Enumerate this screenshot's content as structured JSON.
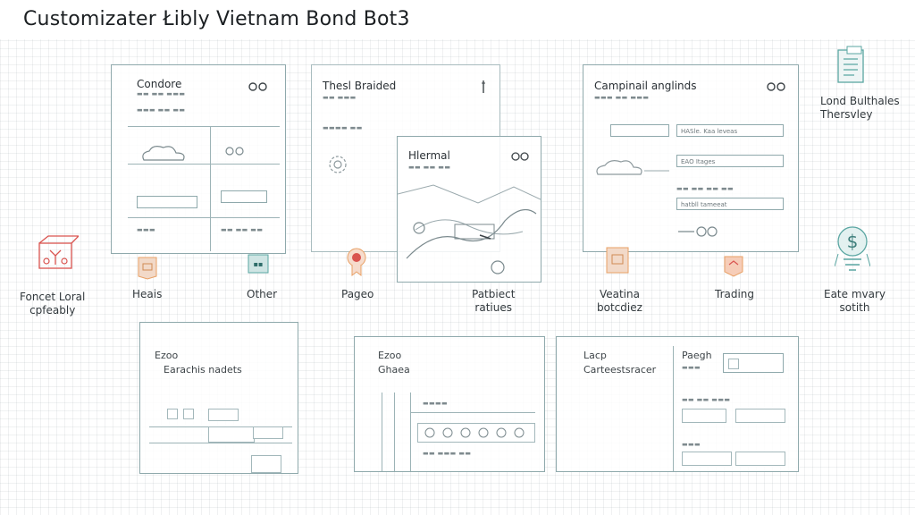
{
  "title": "Customizater Łibly Vietnam Bond Bot3",
  "panels": [
    {
      "id": "top-left",
      "title": "Condore",
      "subtitle": "",
      "fields": []
    },
    {
      "id": "top-mid",
      "title": "Thesl Braided",
      "subtitle": "",
      "fields": []
    },
    {
      "id": "top-mid-overlay",
      "title": "Hlermal",
      "subtitle": ""
    },
    {
      "id": "top-right",
      "title": "Campinail anglinds",
      "subtitle": "",
      "fields": [
        "HASle. Kaa leveas",
        "EAO Itages",
        "hatbll tameeat"
      ]
    },
    {
      "id": "bottom-left",
      "title": "Ezoo",
      "subtitle": "Earachis nadets"
    },
    {
      "id": "bottom-mid",
      "title": "Ezoo",
      "subtitle": "Ghaea"
    },
    {
      "id": "bottom-right",
      "title": "Lacp",
      "subtitle": "Carteestsracer",
      "side": "Paegh"
    }
  ],
  "nodes": [
    {
      "label": "Heais"
    },
    {
      "label": "Other"
    },
    {
      "label": "Pageo"
    },
    {
      "label": "Patbiect\nratiues"
    },
    {
      "label": "Veatina\nbotcdiez"
    },
    {
      "label": "Trading"
    }
  ],
  "side_labels": {
    "left": "Foncet Loral\ncpfeably",
    "right_top": "Lond Bulthales\nThersvley",
    "right_bottom": "Eate mvary\nsotith"
  },
  "colors": {
    "frame": "#8fa9ac",
    "accent_red": "#d9534f",
    "accent_orange": "#e8a065",
    "accent_teal": "#5aa6a2",
    "grid": "#a0aaaf"
  },
  "icons": {
    "left": "network-cube-icon",
    "right_top": "document-icon",
    "right_bottom": "dollar-lightbulb-icon"
  }
}
